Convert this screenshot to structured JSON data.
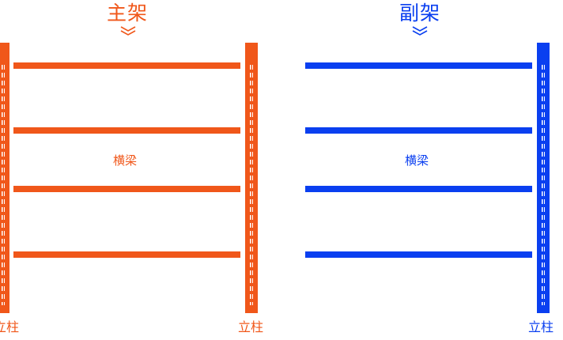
{
  "colors": {
    "main": "#f0571a",
    "sub": "#0a3ff0"
  },
  "main_frame": {
    "title": "主架",
    "beam_label": "横梁",
    "post_label_left": "立柱",
    "post_label_right": "立柱"
  },
  "sub_frame": {
    "title": "副架",
    "beam_label": "横梁",
    "post_label": "立柱"
  }
}
